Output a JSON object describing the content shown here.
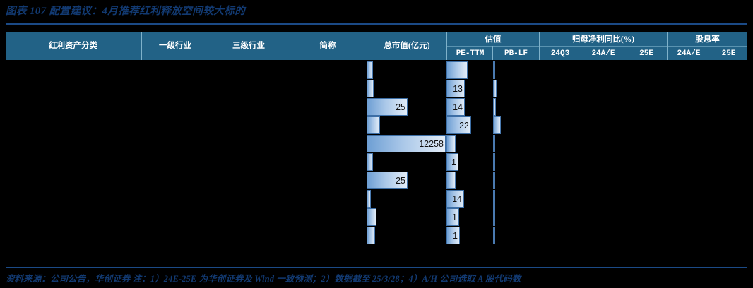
{
  "title": "图表 107  配置建议：4月推荐红利释放空间较大标的",
  "colors": {
    "header_band": "#226286",
    "title_text": "#123a72",
    "rule": "#1b4a86",
    "bar_dark": "#6e9fd4",
    "bar_light": "#e3edf8",
    "bar_border": "#3c6ea5",
    "background": "#000000"
  },
  "table": {
    "columns": [
      {
        "id": "category",
        "label": "红利资产分类"
      },
      {
        "id": "industry1",
        "label": "一级行业"
      },
      {
        "id": "industry3",
        "label": "三级行业"
      },
      {
        "id": "shortname",
        "label": "简称"
      },
      {
        "id": "mktcap",
        "label": "总市值(亿元)"
      }
    ],
    "groups": [
      {
        "id": "valuation",
        "label": "估值",
        "subcolumns": [
          {
            "id": "pe_ttm",
            "label": "PE-TTM"
          },
          {
            "id": "pb_lf",
            "label": "PB-LF"
          }
        ]
      },
      {
        "id": "profit_growth",
        "label": "归母净利同比(%)",
        "subcolumns": [
          {
            "id": "q24q3",
            "label": "24Q3"
          },
          {
            "id": "y24ae_p",
            "label": "24A/E"
          },
          {
            "id": "y25e_p",
            "label": "25E"
          }
        ]
      },
      {
        "id": "dividend_yield",
        "label": "股息率",
        "subcolumns": [
          {
            "id": "y24ae_d",
            "label": "24A/E"
          },
          {
            "id": "y25e_d",
            "label": "25E"
          }
        ]
      }
    ],
    "rows": [
      {
        "mktcap_bar": 8,
        "mktcap_value": "",
        "pe_bar": 45,
        "pe_value": "",
        "pb_bar": 2,
        "pb_value": ""
      },
      {
        "mktcap_bar": 9,
        "mktcap_value": "",
        "pe_bar": 40,
        "pe_value": "13",
        "pb_bar": 7,
        "pb_value": ""
      },
      {
        "mktcap_bar": 51,
        "mktcap_value": "25",
        "pe_bar": 40,
        "pe_value": "14",
        "pb_bar": 6,
        "pb_value": ""
      },
      {
        "mktcap_bar": 17,
        "mktcap_value": "",
        "pe_bar": 53,
        "pe_value": "22",
        "pb_bar": 17,
        "pb_value": ""
      },
      {
        "mktcap_bar": 99,
        "mktcap_value": "12258",
        "pe_bar": 19,
        "pe_value": "",
        "pb_bar": 4,
        "pb_value": ""
      },
      {
        "mktcap_bar": 8,
        "mktcap_value": "",
        "pe_bar": 26,
        "pe_value": "1",
        "pb_bar": 3,
        "pb_value": ""
      },
      {
        "mktcap_bar": 51,
        "mktcap_value": "25",
        "pe_bar": 19,
        "pe_value": "",
        "pb_bar": 5,
        "pb_value": ""
      },
      {
        "mktcap_bar": 5,
        "mktcap_value": "",
        "pe_bar": 38,
        "pe_value": "14",
        "pb_bar": 5,
        "pb_value": ""
      },
      {
        "mktcap_bar": 12,
        "mktcap_value": "",
        "pe_bar": 27,
        "pe_value": "1",
        "pb_bar": 4,
        "pb_value": ""
      },
      {
        "mktcap_bar": 11,
        "mktcap_value": "",
        "pe_bar": 29,
        "pe_value": "1",
        "pb_bar": 2,
        "pb_value": ""
      }
    ]
  },
  "footer": "资料来源：公司公告，华创证券   注：1）24E-25E 为华创证券及 Wind 一致预测；2）数据截至 25/3/28；4）A/H 公司选取 A 股代码数"
}
